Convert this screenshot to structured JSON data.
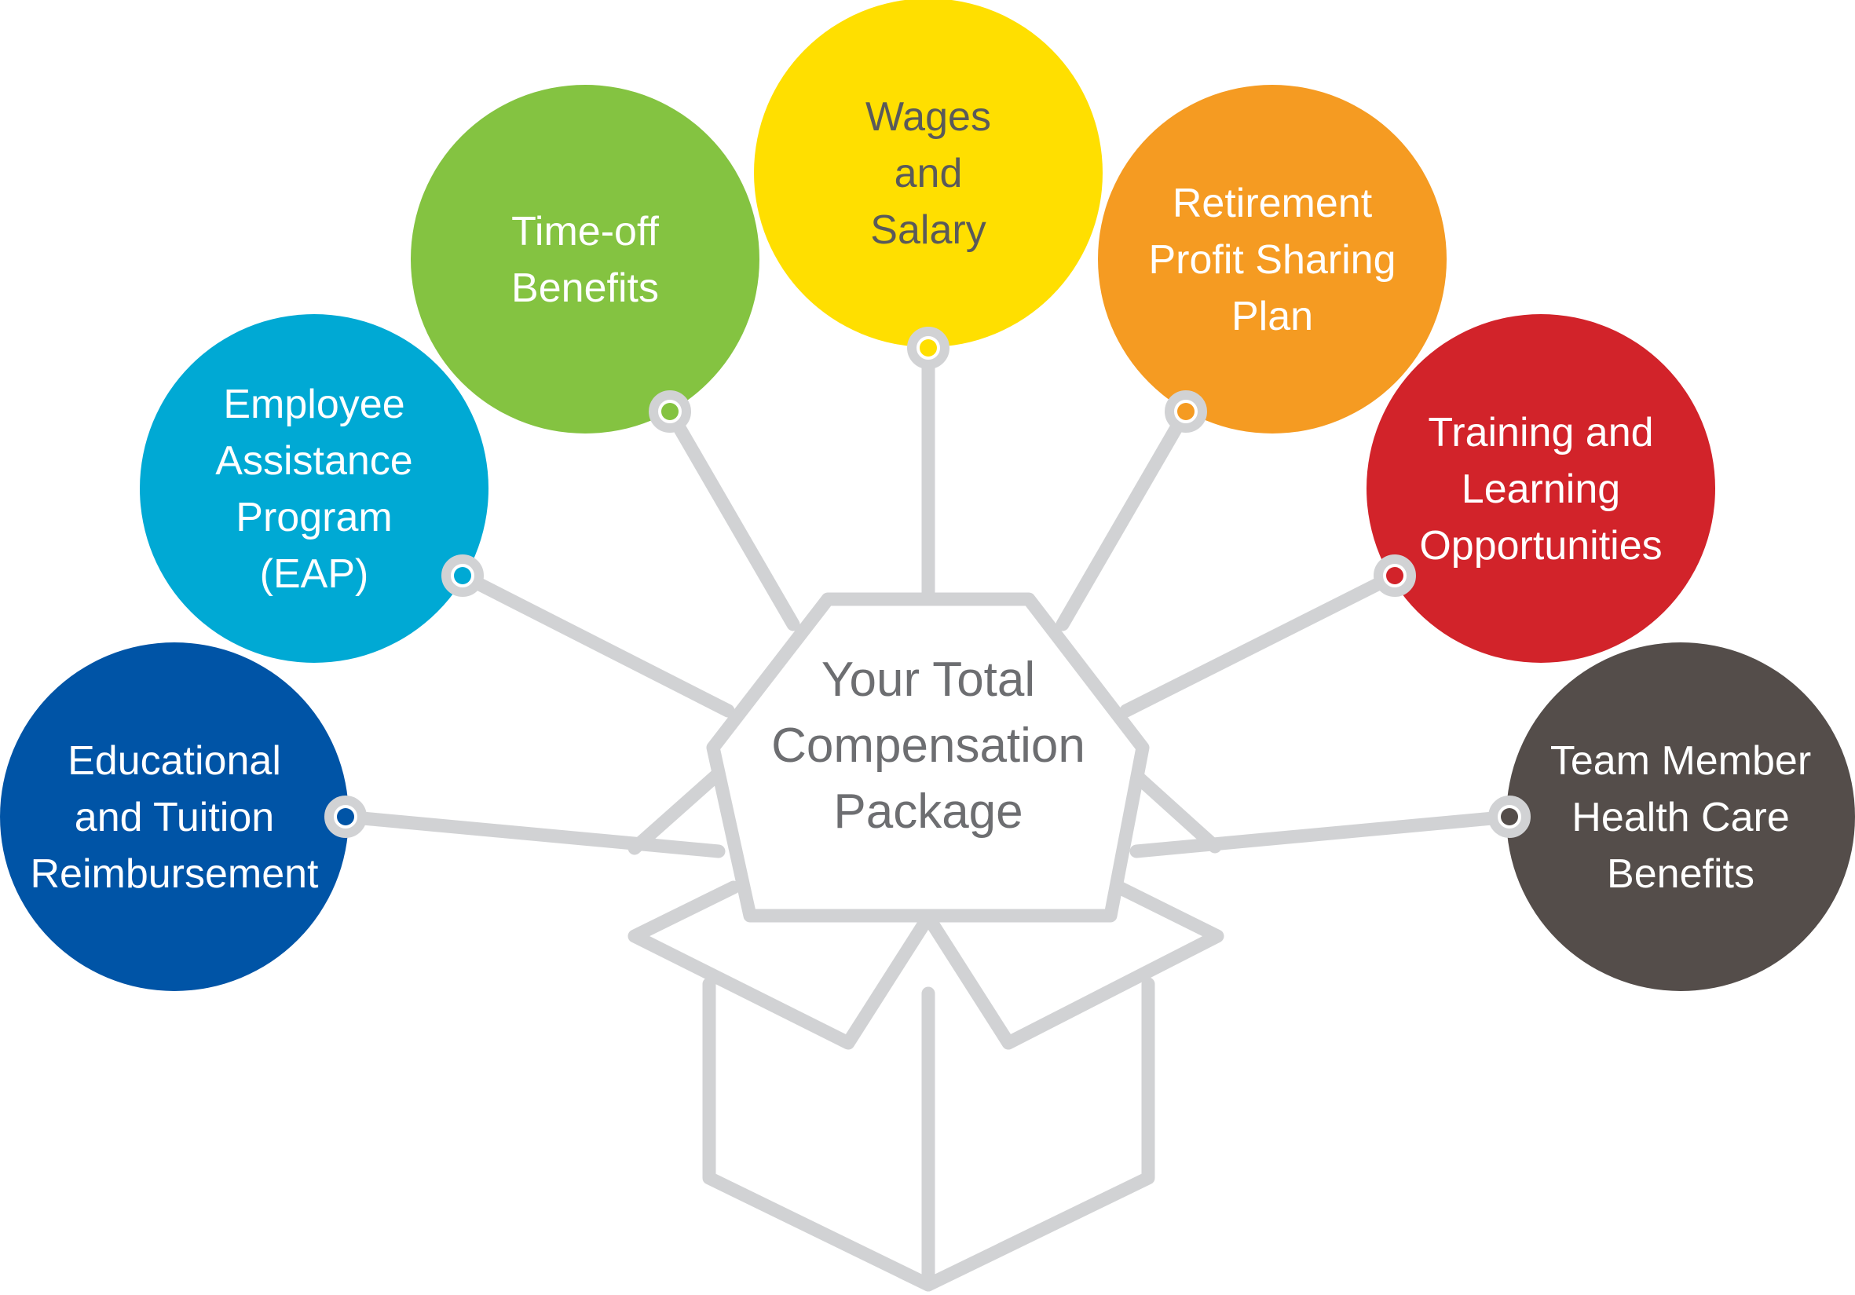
{
  "center": {
    "lines": [
      "Your Total",
      "Compensation",
      "Package"
    ],
    "text_color": "#6d6e71"
  },
  "connector_color": "#d1d2d4",
  "benefits": [
    {
      "id": "educational",
      "lines": [
        "Educational",
        "and Tuition",
        "Reimbursement"
      ],
      "color": "#0054a6",
      "text_color": "#ffffff"
    },
    {
      "id": "eap",
      "lines": [
        "Employee",
        "Assistance",
        "Program",
        "(EAP)"
      ],
      "color": "#00a9d4",
      "text_color": "#ffffff"
    },
    {
      "id": "time-off",
      "lines": [
        "Time-off",
        "Benefits"
      ],
      "color": "#84c341",
      "text_color": "#ffffff"
    },
    {
      "id": "wages",
      "lines": [
        "Wages",
        "and",
        "Salary"
      ],
      "color": "#ffdf00",
      "text_color": "#5a5a5a"
    },
    {
      "id": "retirement",
      "lines": [
        "Retirement",
        "Profit Sharing",
        "Plan"
      ],
      "color": "#f59b22",
      "text_color": "#ffffff"
    },
    {
      "id": "training",
      "lines": [
        "Training and",
        "Learning",
        "Opportunities"
      ],
      "color": "#d2232a",
      "text_color": "#ffffff"
    },
    {
      "id": "health-care",
      "lines": [
        "Team Member",
        "Health Care",
        "Benefits"
      ],
      "color": "#544d4a",
      "text_color": "#ffffff"
    }
  ]
}
